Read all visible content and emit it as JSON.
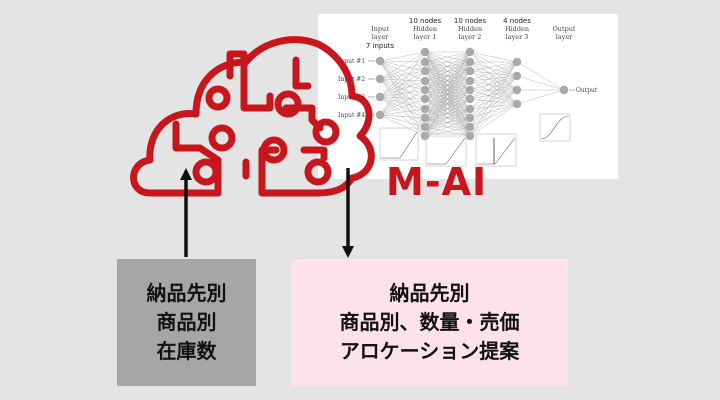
{
  "nn_diagram": {
    "top_labels": {
      "input": [
        "Input",
        "layer",
        "7 inputs"
      ],
      "hidden1": [
        "10 nodes",
        "Hidden",
        "layer 1"
      ],
      "hidden2": [
        "10 nodes",
        "Hidden",
        "layer 2"
      ],
      "hidden3": [
        "4 nodes",
        "Hidden",
        "layer 3"
      ],
      "output": [
        "Output",
        "layer"
      ]
    },
    "input_labels": [
      "Input #1",
      "Input #2",
      "Input #3",
      "Input #4"
    ],
    "output_label": "Output"
  },
  "brand": {
    "name": "M-AI",
    "color": "#c8161d"
  },
  "input_box": {
    "lines": [
      "納品先別",
      "商品別",
      "在庫数"
    ],
    "bg": "#a6a6a6"
  },
  "output_box": {
    "lines": [
      "納品先別",
      "商品別、数量・売価",
      "アロケーション提案"
    ],
    "bg": "#fde2ee"
  }
}
